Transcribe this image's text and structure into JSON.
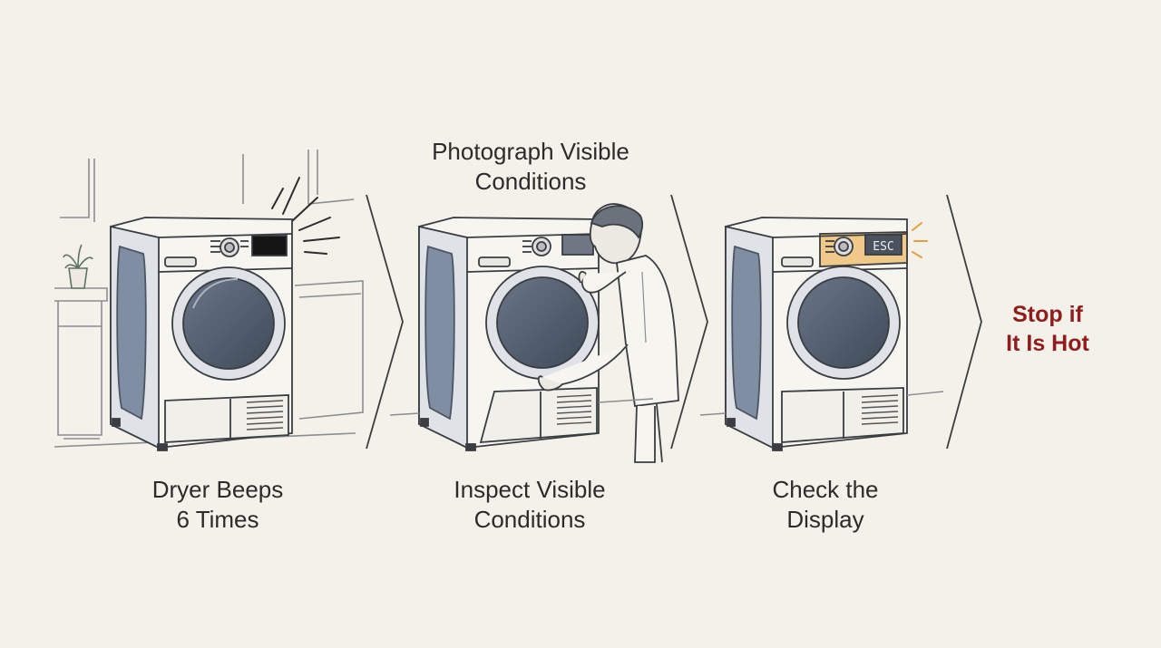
{
  "steps": [
    {
      "line1": "Dryer Beeps",
      "line2": "6 Times"
    },
    {
      "line1": "Inspect Visible",
      "line2": "Conditions"
    },
    {
      "line1": "Check the",
      "line2": "Display"
    }
  ],
  "top_note": {
    "line1": "Photograph Visible",
    "line2": "Conditions"
  },
  "final_step": {
    "line1": "Stop if",
    "line2": "It Is Hot"
  },
  "display_readout": "ESC",
  "colors": {
    "background": "#f4f1ea",
    "ink": "#3a3d42",
    "door_glass": "#4f5b6b",
    "side_panel": "#7f8ea3",
    "highlight": "#f0c88a",
    "final_text": "#8f1d1d"
  },
  "icons": [
    "dryer-icon",
    "person-icon",
    "plant-icon",
    "chevron-arrow-icon",
    "alert-lines-icon"
  ]
}
